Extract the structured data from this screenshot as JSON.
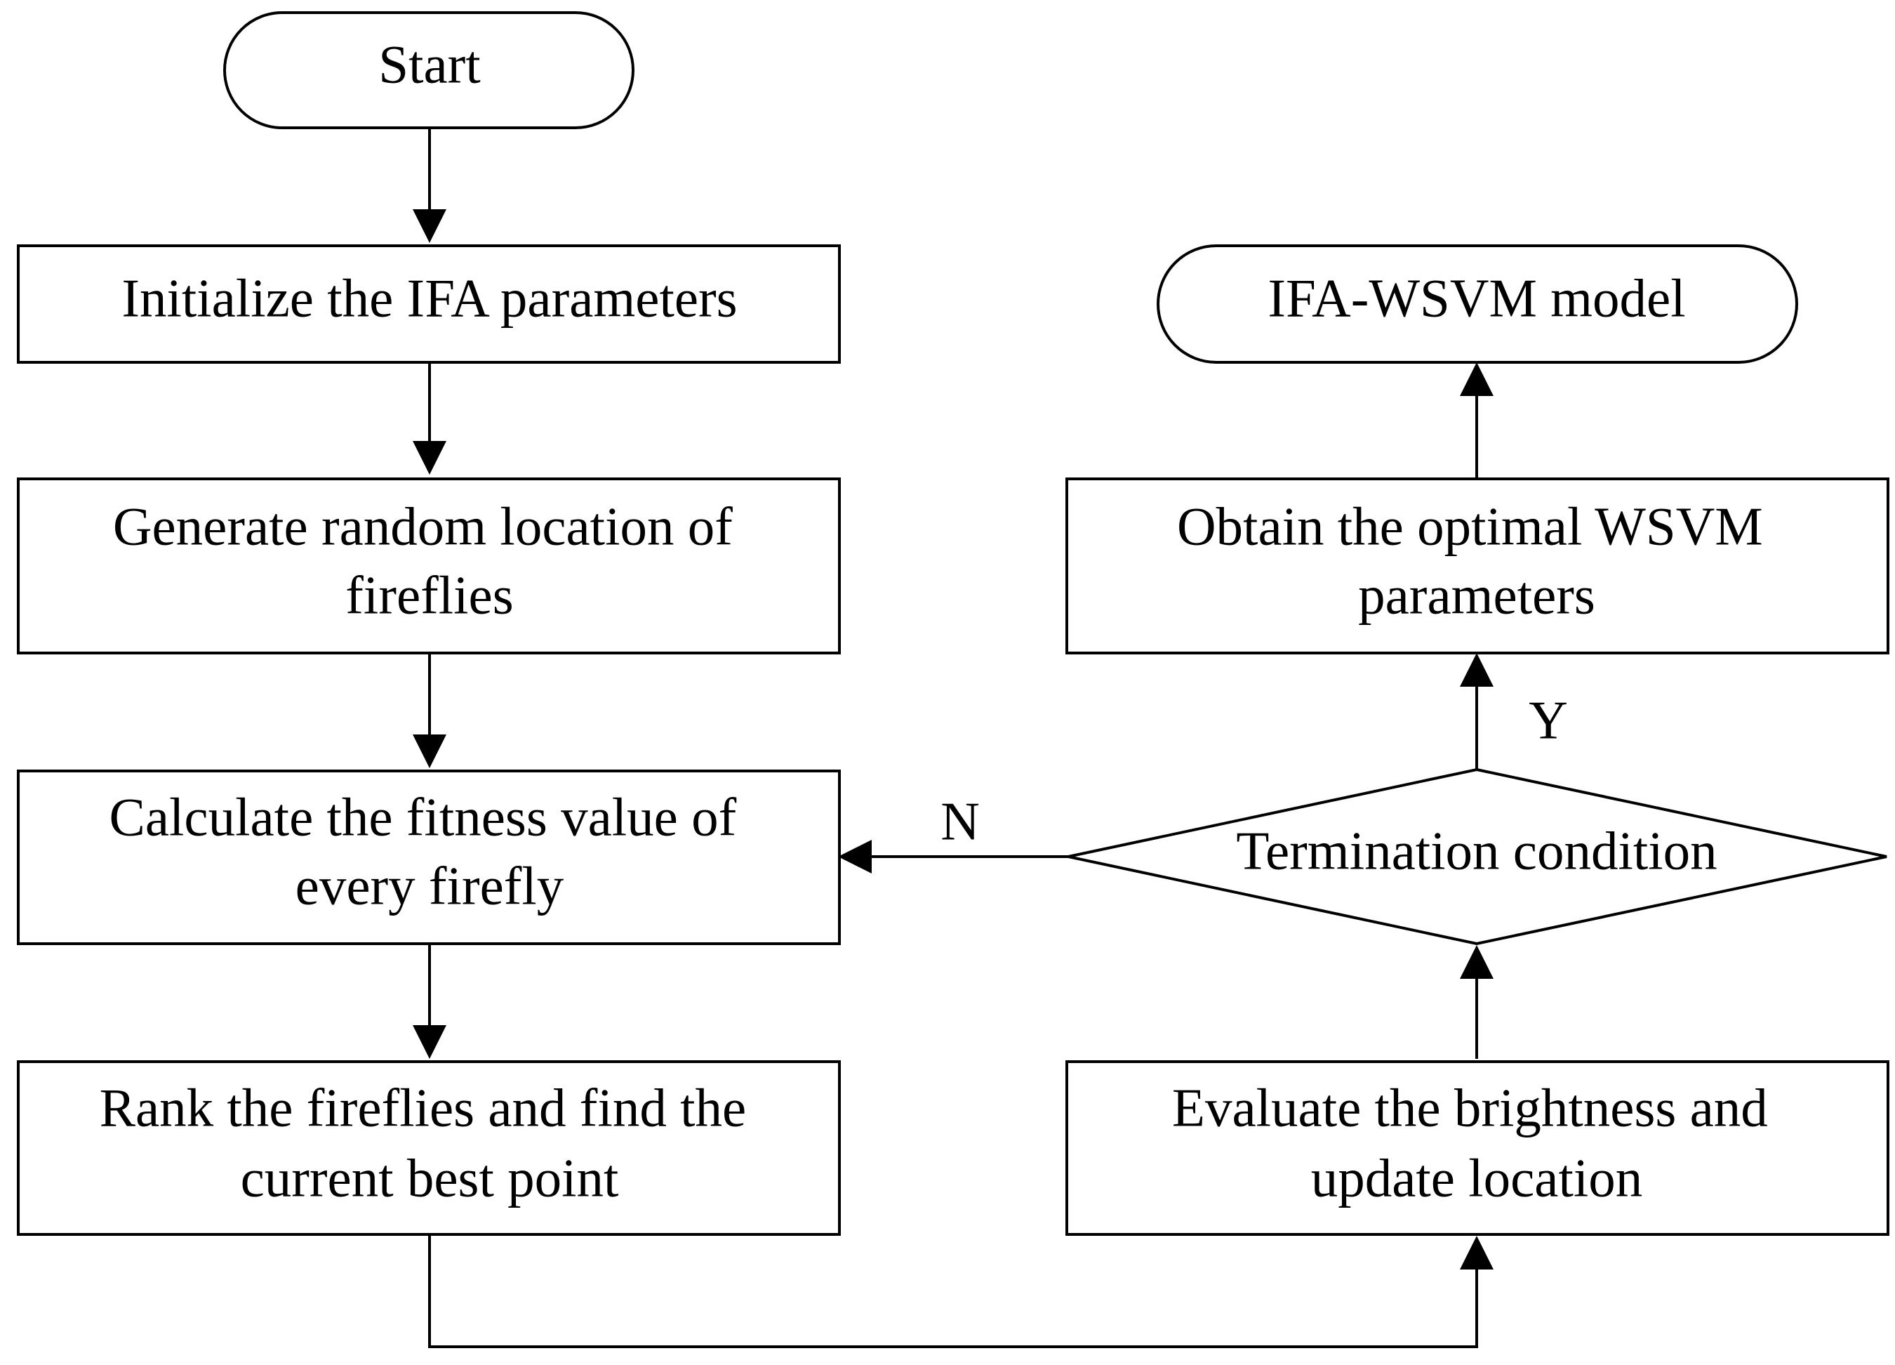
{
  "nodes": {
    "start": {
      "lines": [
        "Start"
      ]
    },
    "init_params": {
      "lines": [
        "Initialize the IFA parameters"
      ]
    },
    "gen_location": {
      "lines": [
        "Generate random location of",
        "fireflies"
      ]
    },
    "calc_fitness": {
      "lines": [
        "Calculate the fitness value of",
        "every firefly"
      ]
    },
    "rank": {
      "lines": [
        "Rank the fireflies and find the",
        "current best point"
      ]
    },
    "evaluate": {
      "lines": [
        "Evaluate the brightness and",
        "update location"
      ]
    },
    "termination": {
      "lines": [
        "Termination condition"
      ]
    },
    "obtain_params": {
      "lines": [
        "Obtain the optimal WSVM",
        "parameters"
      ]
    },
    "model": {
      "lines": [
        "IFA-WSVM model"
      ]
    }
  },
  "edges": {
    "no_label": "N",
    "yes_label": "Y"
  }
}
